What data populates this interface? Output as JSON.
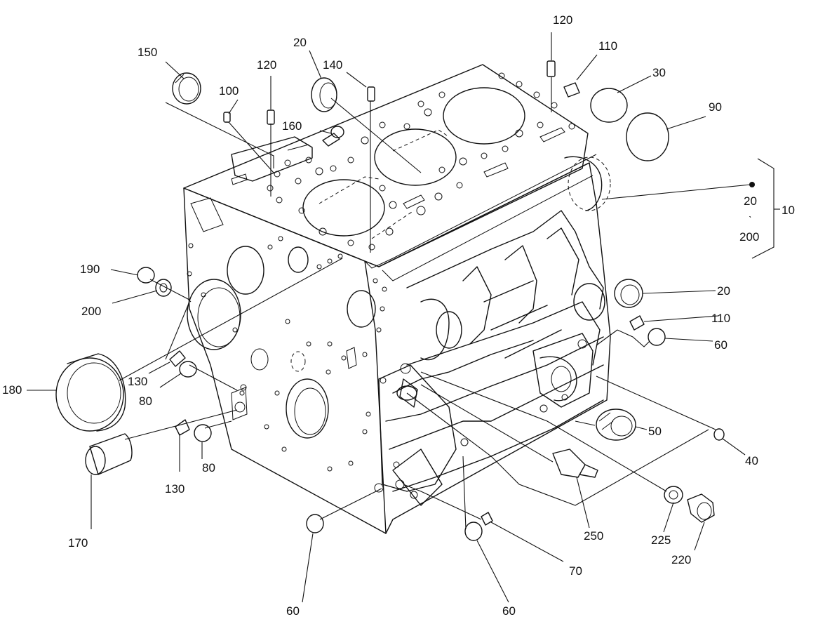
{
  "callouts": [
    {
      "id": "c150",
      "text": "150"
    },
    {
      "id": "c100",
      "text": "100"
    },
    {
      "id": "c120a",
      "text": "120"
    },
    {
      "id": "c20a",
      "text": "20"
    },
    {
      "id": "c140",
      "text": "140"
    },
    {
      "id": "c160",
      "text": "160"
    },
    {
      "id": "c120b",
      "text": "120"
    },
    {
      "id": "c110a",
      "text": "110"
    },
    {
      "id": "c30",
      "text": "30"
    },
    {
      "id": "c90",
      "text": "90"
    },
    {
      "id": "c20b",
      "text": "20"
    },
    {
      "id": "c200a",
      "text": "200"
    },
    {
      "id": "c10",
      "text": "10"
    },
    {
      "id": "c190",
      "text": "190"
    },
    {
      "id": "c200b",
      "text": "200"
    },
    {
      "id": "c20c",
      "text": "20"
    },
    {
      "id": "c110b",
      "text": "110"
    },
    {
      "id": "c60a",
      "text": "60"
    },
    {
      "id": "c180",
      "text": "180"
    },
    {
      "id": "c130a",
      "text": "130"
    },
    {
      "id": "c80a",
      "text": "80"
    },
    {
      "id": "c50",
      "text": "50"
    },
    {
      "id": "c40",
      "text": "40"
    },
    {
      "id": "c130b",
      "text": "130"
    },
    {
      "id": "c80b",
      "text": "80"
    },
    {
      "id": "c170",
      "text": "170"
    },
    {
      "id": "c250",
      "text": "250"
    },
    {
      "id": "c225",
      "text": "225"
    },
    {
      "id": "c220",
      "text": "220"
    },
    {
      "id": "c70",
      "text": "70"
    },
    {
      "id": "c60b",
      "text": "60"
    },
    {
      "id": "c60c",
      "text": "60"
    }
  ],
  "colors": {
    "line": "#111111",
    "background": "#ffffff"
  }
}
